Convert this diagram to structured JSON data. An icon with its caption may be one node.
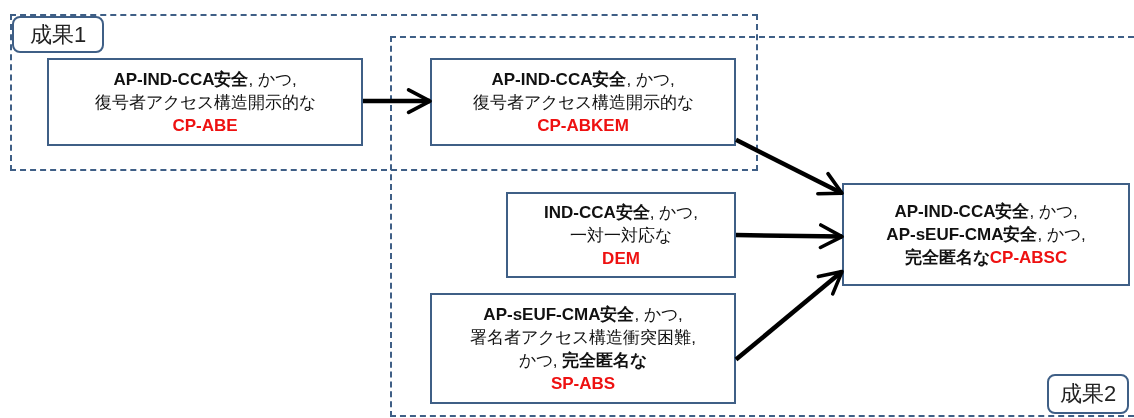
{
  "diagram": {
    "nodes": [
      {
        "text": [
          "成果1"
        ]
      },
      {
        "text": [
          "成果2"
        ]
      },
      {
        "text": [
          "**AP-IND-CCA安全**, かつ, 復号者アクセス構造開示的な",
          "CP-ABE"
        ],
        "in": 0
      },
      {
        "text": [
          "**AP-IND-CCA安全**, かつ, 復号者アクセス構造開示的な",
          "CP-ABKEM"
        ]
      },
      {
        "text": [
          "**IND-CCA安全**, かつ, 一対一対応な",
          "DEM"
        ],
        "in": 1
      },
      {
        "text": [
          "**AP-sEUF-CMA安全**, かつ, 署名者アクセス構造衝突困難, かつ, **完全匿名な**",
          "SP-ABS"
        ],
        "in": 1
      },
      {
        "text": [
          "**AP-IND-CCA安全**, かつ, **AP-sEUF-CMA安全**, かつ, **完全匿名な**",
          "CP-ABSC"
        ],
        "in": 1
      }
    ],
    "edges": [
      {
        "from": 2,
        "to": 3,
        "arrow": "to"
      },
      {
        "from": 3,
        "to": 6,
        "arrow": "to"
      },
      {
        "from": 4,
        "to": 6,
        "arrow": "to"
      },
      {
        "from": 5,
        "to": 6,
        "arrow": "to"
      }
    ]
  }
}
